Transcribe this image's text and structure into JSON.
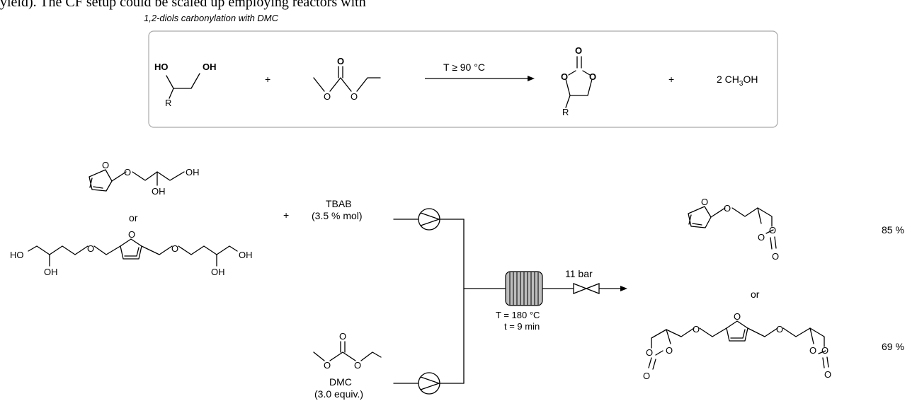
{
  "top_text": "yield). The CF setup could be scaled up employing reactors with",
  "section_title": "1,2-diols carbonylation with DMC",
  "general": {
    "diol_oh_left": "HO",
    "diol_oh_right": "OH",
    "diol_r": "R",
    "plus_1": "+",
    "dmc_o_carbonyl": "O",
    "dmc_o_left": "O",
    "dmc_o_right": "O",
    "condition": "T ≥ 90 °C",
    "carb_o_carbonyl": "O",
    "carb_o_left": "O",
    "carb_o_right": "O",
    "carb_r": "R",
    "plus_2": "+",
    "byproduct_prefix": "2 CH",
    "byproduct_sub": "3",
    "byproduct_suffix": "OH"
  },
  "flow": {
    "sm1_ring_o": "O",
    "sm1_ether_o": "O",
    "sm1_oh_end": "OH",
    "sm1_oh_mid": "OH",
    "or_1": "or",
    "sm2_oh_left": "HO",
    "sm2_ether_o_1": "O",
    "sm2_ring_o": "O",
    "sm2_ether_o_2": "O",
    "sm2_oh_mid_1": "OH",
    "sm2_oh_mid_2": "OH",
    "sm2_oh_right": "OH",
    "plus": "+",
    "reagent_1": "TBAB",
    "reagent_1_amount": "(3.5 % mol)",
    "dmc_o_carbonyl": "O",
    "dmc_o_left": "O",
    "dmc_o_right": "O",
    "reagent_2": "DMC",
    "reagent_2_amount": "(3.0 equiv.)",
    "temperature": "T = 180 °C",
    "time": "t = 9 min",
    "pressure": "11 bar",
    "p1_ring_o": "O",
    "p1_ether_o": "O",
    "p1_carb_o_1": "O",
    "p1_carb_o_2": "O",
    "p1_carbonyl_o": "O",
    "yield_1": "85 %",
    "or_2": "or",
    "p2_carb_o_1": "O",
    "p2_carb_o_2": "O",
    "p2_carbonyl_o": "O",
    "p2_ether_o_1": "O",
    "p2_ring_o": "O",
    "p2_ether_o_2": "O",
    "p2_carb_o_3": "O",
    "p2_carb_o_4": "O",
    "p2_carbonyl_o_2": "O",
    "yield_2": "69 %"
  },
  "colors": {
    "hydroxyl": "#ff00ff",
    "carbonyl": "#008000",
    "text": "#000000",
    "box_border": "#aaaaaa"
  }
}
